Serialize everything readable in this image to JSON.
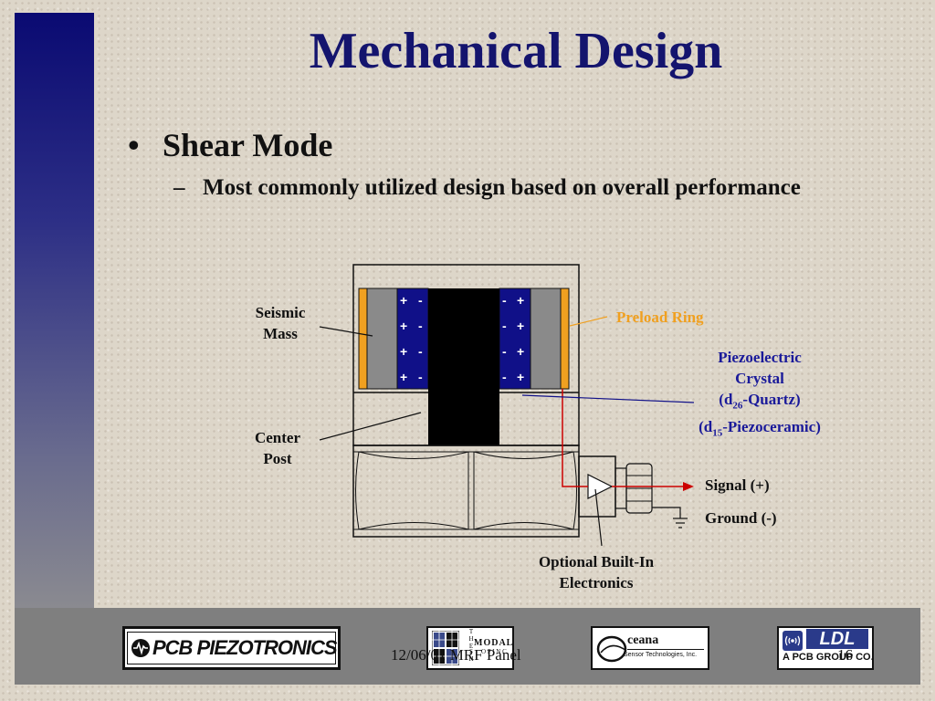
{
  "slide": {
    "title": "Mechanical Design",
    "bullet": "Shear Mode",
    "bullet_marker": "•",
    "sub_dash": "–",
    "sub_bullet": "Most commonly utilized design based on overall performance"
  },
  "diagram": {
    "seismic_mass": [
      "Seismic",
      "Mass"
    ],
    "center_post": [
      "Center",
      "Post"
    ],
    "preload_ring": "Preload Ring",
    "crystal": {
      "line1": "Piezoelectric",
      "line2": "Crystal",
      "line3_pre": "(d",
      "line3_sub": "26",
      "line3_post": "-Quartz)",
      "line4_pre": "(d",
      "line4_sub": "15",
      "line4_post": "-Piezoceramic)"
    },
    "signal": "Signal (+)",
    "ground": "Ground (-)",
    "electronics": [
      "Optional Built-In",
      "Electronics"
    ],
    "plus": "+",
    "minus": "-"
  },
  "footer": {
    "date_text": "12/06/01 MRF Panel",
    "page_number": "16"
  },
  "logos": {
    "pcb": "PCB PIEZOTRONICS",
    "modal": [
      "T",
      "H",
      "E",
      "MODAL",
      "S",
      "H",
      "O",
      "P",
      "I",
      "N",
      "C"
    ],
    "oceana_name": "ceana",
    "oceana_sub": "Sensor Technologies, Inc.",
    "ldl_main": "LDL",
    "ldl_sub": "A PCB GROUP CO."
  },
  "colors": {
    "title": "#14146e",
    "crystal_blue": "#101088",
    "preload_orange": "#f0a020",
    "signal_red": "#cc0000"
  }
}
